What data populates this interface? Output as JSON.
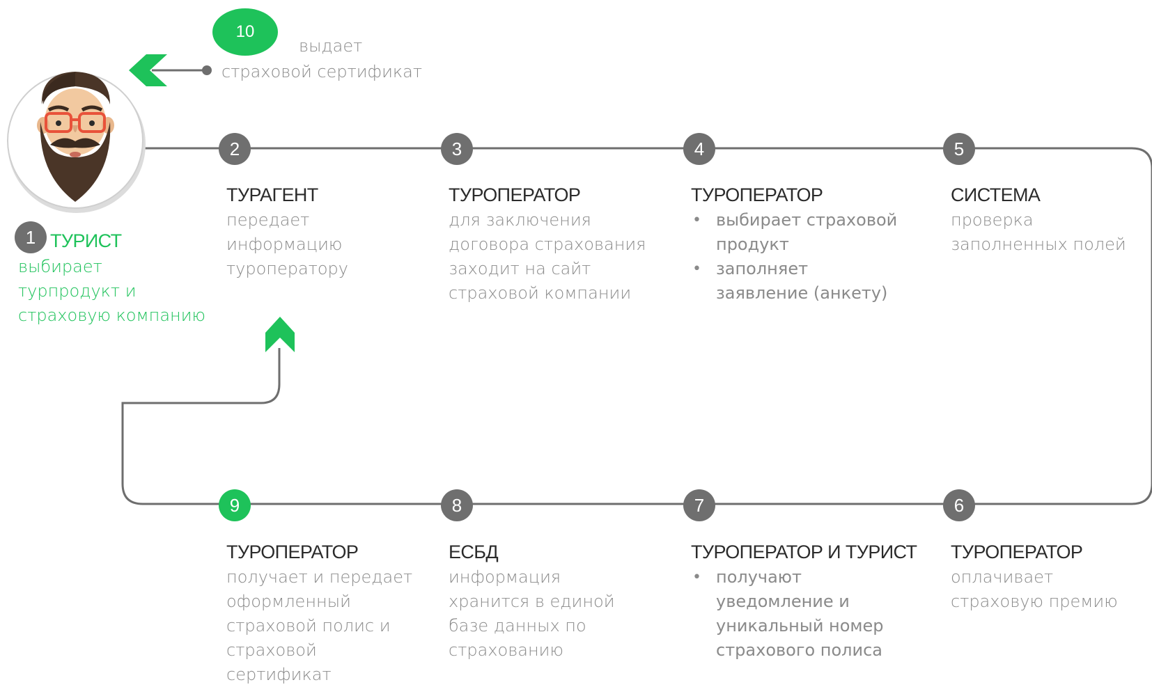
{
  "colors": {
    "accent": "#1ec25a",
    "badge": "#6f6f6f",
    "line": "#6e6e6e",
    "text": "#8a8a8a",
    "title": "#2b2b2b"
  },
  "avatar": {
    "icon": "bearded-man-avatar"
  },
  "steps": [
    {
      "num": "1",
      "title": "ТУРИСТ",
      "desc": [
        "выбирает",
        "турпродукт и",
        "страховую компанию"
      ]
    },
    {
      "num": "2",
      "title": "ТУРАГЕНТ",
      "desc": [
        "передает",
        "информацию",
        "туроператору"
      ]
    },
    {
      "num": "3",
      "title": "ТУРОПЕРАТОР",
      "desc": [
        "для заключения",
        "договора страхования",
        "заходит на сайт",
        "страховой компании"
      ]
    },
    {
      "num": "4",
      "title": "ТУРОПЕРАТОР",
      "bullets": [
        [
          "выбирает страховой",
          "продукт"
        ],
        [
          "заполняет",
          "заявление (анкету)"
        ]
      ]
    },
    {
      "num": "5",
      "title": "СИСТЕМА",
      "desc": [
        "проверка",
        "заполненных полей"
      ]
    },
    {
      "num": "6",
      "title": "ТУРОПЕРАТОР",
      "desc": [
        "оплачивает",
        "страховую премию"
      ]
    },
    {
      "num": "7",
      "title": "ТУРОПЕРАТОР И ТУРИСТ",
      "bullets": [
        [
          "получают",
          "уведомление и",
          "уникальный номер",
          "страхового полиса"
        ]
      ]
    },
    {
      "num": "8",
      "title": "ЕСБД",
      "desc": [
        "информация",
        "хранится в единой",
        "базе данных по",
        "страхованию"
      ]
    },
    {
      "num": "9",
      "title": "ТУРОПЕРАТОР",
      "desc": [
        "получает и передает",
        "оформленный",
        "страховой полис и",
        "страховой",
        "сертификат"
      ]
    },
    {
      "num": "10",
      "desc": [
        "выдает",
        "страховой сертификат"
      ]
    }
  ]
}
